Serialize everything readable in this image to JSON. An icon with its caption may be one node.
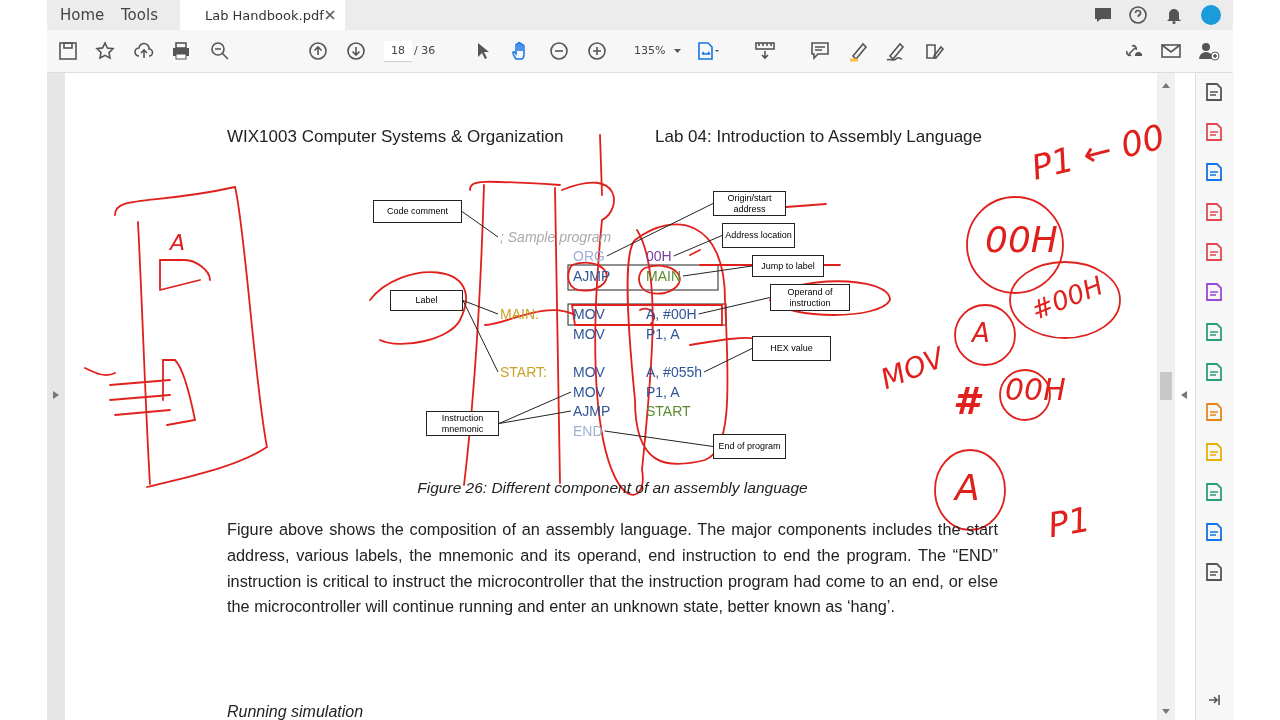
{
  "diagram": {
    "caption": "Figure 26: Different component of an assembly language",
    "nodes": [
      {
        "text": [
          "Code comment"
        ]
      },
      {
        "text": [
          "; Sample program"
        ]
      },
      {
        "text": [
          "Origin/start address"
        ]
      },
      {
        "text": [
          "Address location"
        ]
      },
      {
        "text": [
          "ORG"
        ]
      },
      {
        "text": [
          "00H"
        ]
      },
      {
        "text": [
          "Jump to label"
        ]
      },
      {
        "text": [
          "MAIN"
        ]
      },
      {
        "text": [
          "Label"
        ]
      },
      {
        "text": [
          "Operand of instruction"
        ]
      },
      {
        "text": [
          "MAIN:"
        ]
      },
      {
        "text": [
          "A, #00H"
        ]
      },
      {
        "text": [
          "HEX value"
        ]
      },
      {
        "text": [
          "START:"
        ]
      },
      {
        "text": [
          "A, #055h"
        ]
      },
      {
        "text": [
          "MOV"
        ]
      },
      {
        "text": [
          "Instruction mnemonic"
        ]
      },
      {
        "text": [
          "AJMP"
        ]
      },
      {
        "text": [
          "END"
        ]
      },
      {
        "text": [
          "End of program"
        ]
      }
    ],
    "edges": [
      {
        "from": 0,
        "to": 1,
        "arrow": "none"
      },
      {
        "from": 2,
        "to": 4,
        "arrow": "none"
      },
      {
        "from": 3,
        "to": 5,
        "arrow": "none"
      },
      {
        "from": 6,
        "to": 7,
        "arrow": "none"
      },
      {
        "from": 8,
        "to": 10,
        "arrow": "none"
      },
      {
        "from": 8,
        "to": 13,
        "arrow": "none"
      },
      {
        "from": 9,
        "to": 11,
        "arrow": "none"
      },
      {
        "from": 12,
        "to": 14,
        "arrow": "none"
      },
      {
        "from": 16,
        "to": 15,
        "arrow": "none"
      },
      {
        "from": 16,
        "to": 17,
        "arrow": "none"
      },
      {
        "from": 19,
        "to": 18,
        "arrow": "none"
      }
    ],
    "labels": [
      "Home",
      "Tools",
      "Lab Handbook.pdf",
      "18",
      "/ 36",
      "135%",
      "WIX1003 Computer Systems & Organization",
      "Lab 04: Introduction to Assembly Language",
      "AJMP",
      "MOV",
      "MOV",
      "P1, A",
      "MOV",
      "P1, A",
      "START",
      "Figure above shows the composition of an assembly language. The major components includes the start address, various labels, the mnemonic and its operand, end instruction to end the program. The “END” instruction is critical to instruct the microcontroller that the instruction program had come to an end, or else the microcontroller will continue running and enter an unknown state, better known as ‘hang’.",
      "Running simulation",
      "A",
      "P1 ← 00",
      "00H",
      "#00H",
      "MOV",
      "A",
      "#",
      "00H",
      "A",
      "P1"
    ]
  }
}
